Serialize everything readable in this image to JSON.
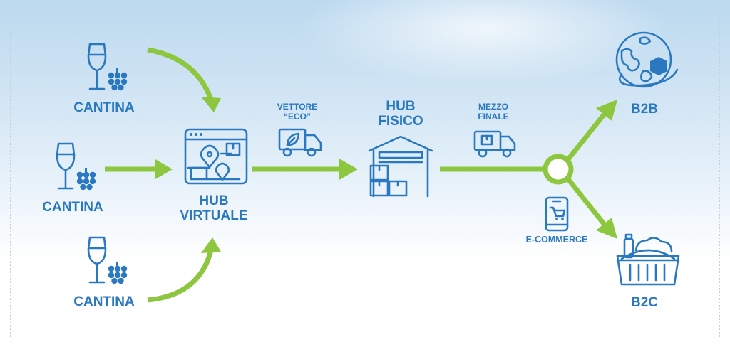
{
  "sources": [
    {
      "label": "CANTINA"
    },
    {
      "label": "CANTINA"
    },
    {
      "label": "CANTINA"
    }
  ],
  "hub_virtuale": {
    "line1": "HUB",
    "line2": "VIRTUALE"
  },
  "vettore": {
    "line1": "VETTORE",
    "line2": "“ECO”"
  },
  "hub_fisico": {
    "line1": "HUB",
    "line2": "FISICO"
  },
  "mezzo": {
    "line1": "MEZZO",
    "line2": "FINALE"
  },
  "b2b": {
    "label": "B2B"
  },
  "b2c": {
    "label": "B2C"
  },
  "ecommerce": {
    "label": "E-COMMERCE"
  },
  "colors": {
    "arrow": "#8dc63f",
    "icon": "#2a78c0"
  },
  "icons": [
    "wine-glass-grapes-icon",
    "browser-map-icon",
    "eco-truck-icon",
    "warehouse-icon",
    "delivery-truck-icon",
    "globe-icon",
    "smartphone-cart-icon",
    "shopping-basket-icon",
    "split-node"
  ]
}
